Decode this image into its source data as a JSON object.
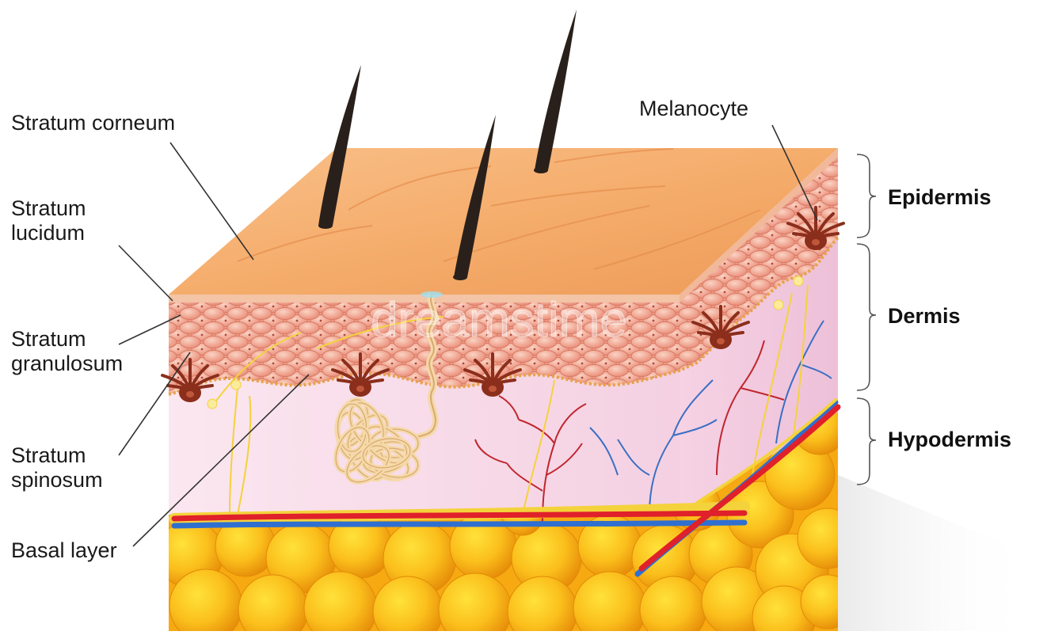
{
  "labels": {
    "stratum_corneum": "Stratum corneum",
    "stratum_lucidum_1": "Stratum",
    "stratum_lucidum_2": "lucidum",
    "stratum_granulosum_1": "Stratum",
    "stratum_granulosum_2": "granulosum",
    "stratum_spinosum_1": "Stratum",
    "stratum_spinosum_2": "spinosum",
    "basal_layer": "Basal layer",
    "melanocyte": "Melanocyte"
  },
  "layers": {
    "epidermis": "Epidermis",
    "dermis": "Dermis",
    "hypodermis": "Hypodermis"
  },
  "watermark": "dreamstime",
  "colors": {
    "skin_top": "#f6b070",
    "epidermis_cells": "#efa18a",
    "dermis": "#f7dbe9",
    "fat": "#f9b21a",
    "artery": "#e0202a",
    "vein": "#2f6fd0",
    "nerve": "#f4d23c",
    "melanocyte": "#8b2e1c",
    "hair": "#2a201b",
    "leader_line": "#333333"
  }
}
